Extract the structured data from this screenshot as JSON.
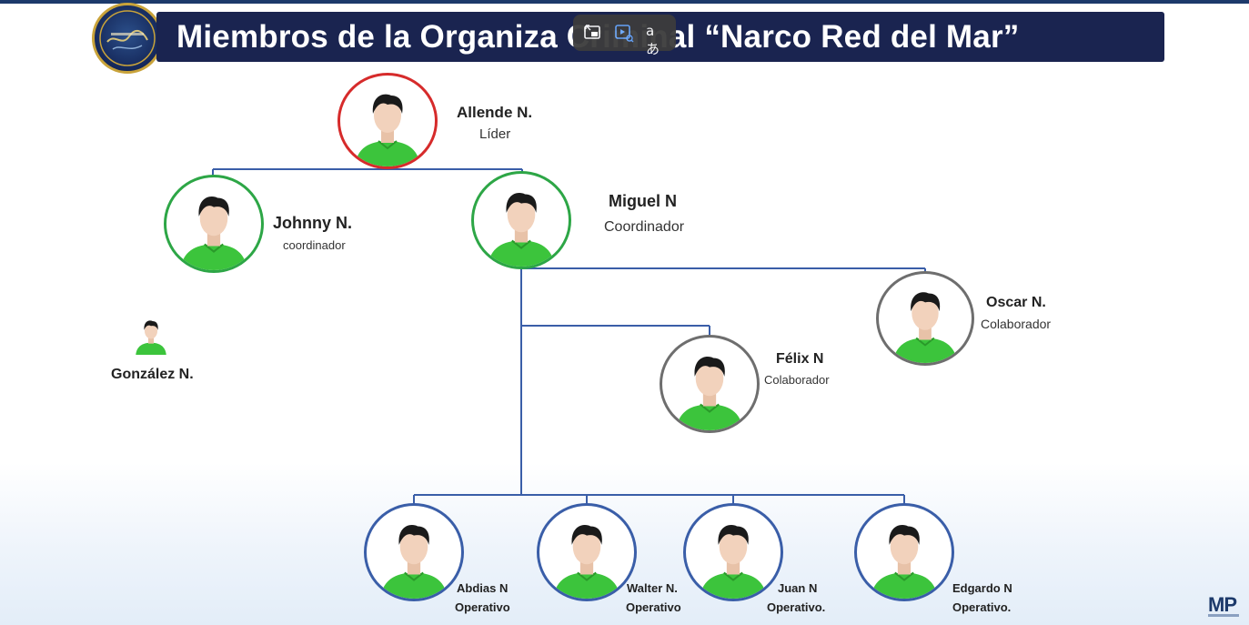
{
  "slide": {
    "title": "Miembros de la Organiza      Criminal “Narco Red del Mar”",
    "logo": "MP",
    "emblem_icon": "seal-icon"
  },
  "colors": {
    "banner": "#1a2450",
    "leader_ring": "#d62b2b",
    "coordinator_ring": "#2da646",
    "collaborator_ring": "#6e6e6e",
    "operative_ring": "#3a5ea8",
    "connector": "#3a5ea8",
    "shirt": "#3cc43c"
  },
  "toolbar": {
    "buttons": [
      {
        "name": "picture-in-picture-icon"
      },
      {
        "name": "video-search-icon"
      },
      {
        "name": "translate-icon",
        "label": "aあ"
      }
    ]
  },
  "members": {
    "allende": {
      "name": "Allende N.",
      "role": "Líder"
    },
    "johnny": {
      "name": "Johnny N.",
      "role": "coordinador"
    },
    "miguel": {
      "name": "Miguel N",
      "role": "Coordinador"
    },
    "gonzalez": {
      "name": "González N.",
      "role": ""
    },
    "oscar": {
      "name": "Oscar N.",
      "role": "Colaborador"
    },
    "felix": {
      "name": "Félix N",
      "role": "Colaborador"
    },
    "abdias": {
      "name": "Abdias N",
      "role": "Operativo"
    },
    "walter": {
      "name": "Walter N.",
      "role": "Operativo"
    },
    "juan": {
      "name": "Juan N",
      "role": "Operativo."
    },
    "edgardo": {
      "name": "Edgardo N",
      "role": "Operativo."
    }
  }
}
